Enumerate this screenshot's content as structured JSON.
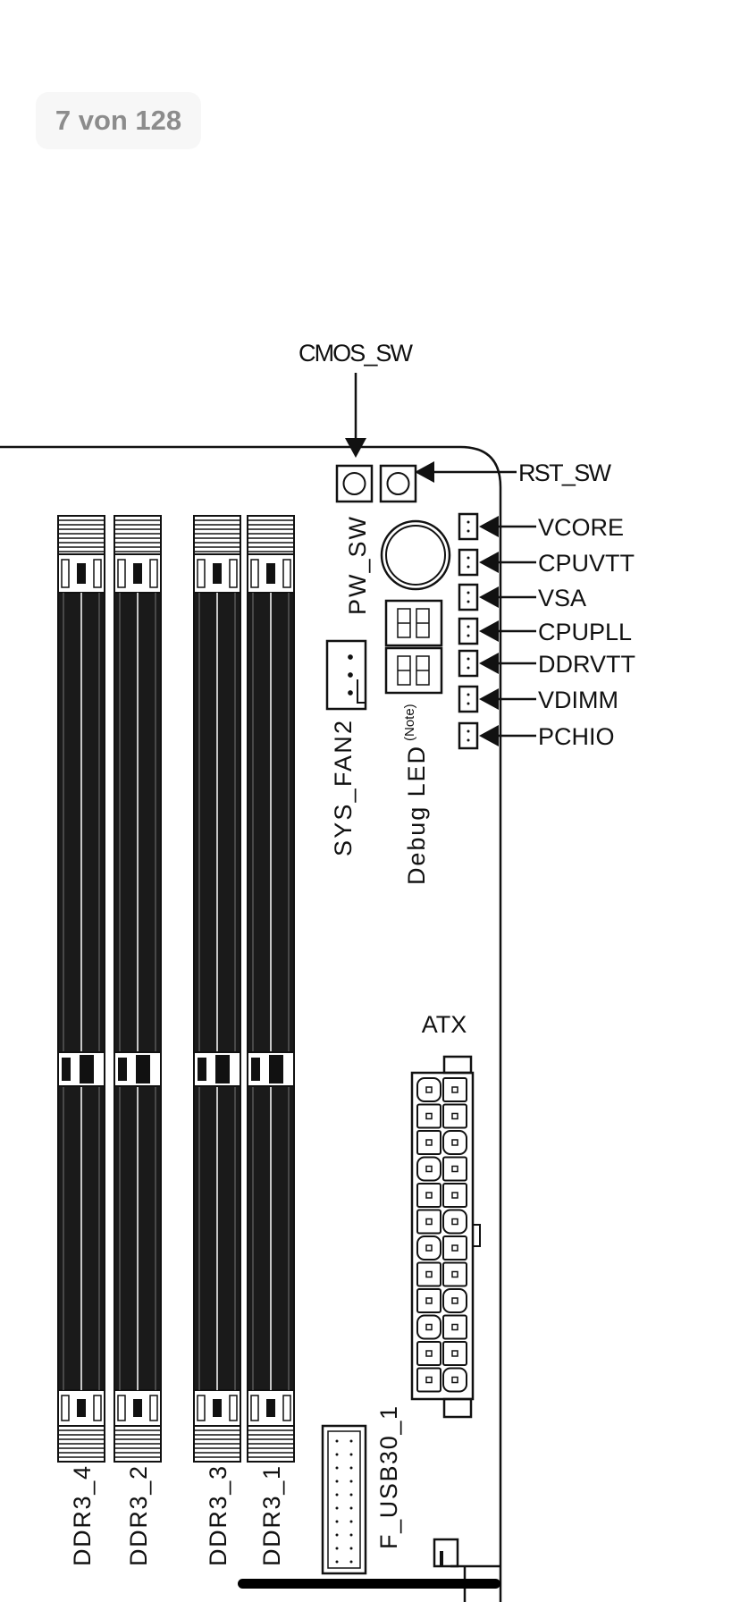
{
  "page_indicator": "7 von 128",
  "diagram": {
    "cmos_sw": "CMOS_SW",
    "rst_sw": "RST_SW",
    "pw_sw": "PW_SW",
    "sys_fan2": "SYS_FAN2",
    "debug_led": "Debug LED",
    "note": "(Note)",
    "atx": "ATX",
    "f_usb30": "F_USB30_1",
    "test_points": [
      "VCORE",
      "CPUVTT",
      "VSA",
      "CPUPLL",
      "DDRVTT",
      "VDIMM",
      "PCHIO"
    ],
    "dimms": [
      "DDR3_4",
      "DDR3_2",
      "DDR3_3",
      "DDR3_1"
    ]
  }
}
